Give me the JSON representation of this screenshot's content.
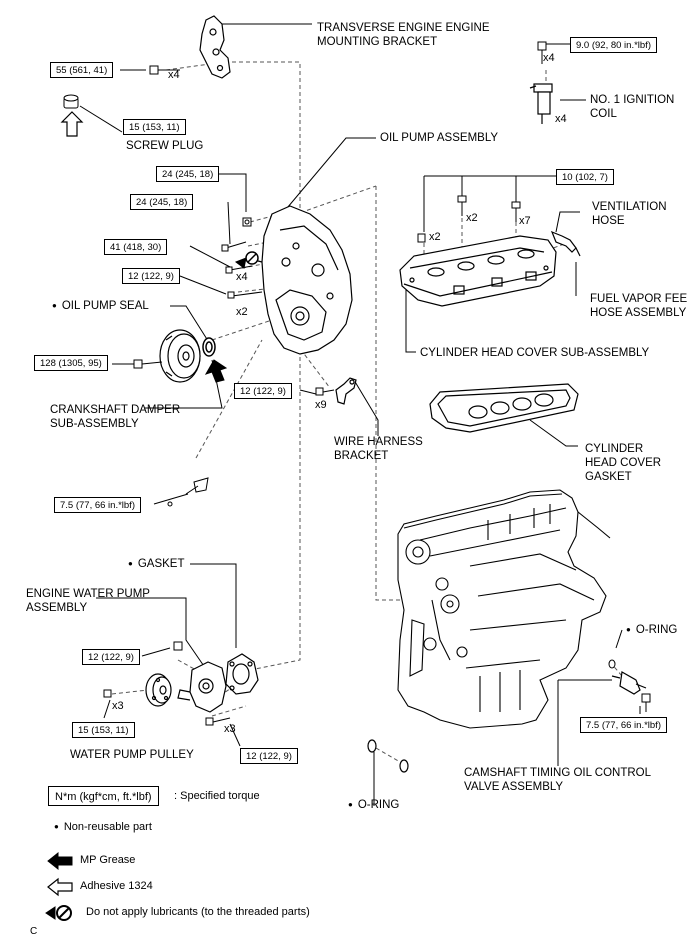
{
  "labels": {
    "mounting_bracket": "TRANSVERSE ENGINE ENGINE\nMOUNTING BRACKET",
    "ignition_coil": "NO. 1 IGNITION\nCOIL",
    "screw_plug": "SCREW PLUG",
    "oil_pump_assembly": "OIL PUMP ASSEMBLY",
    "ventilation_hose": "VENTILATION\nHOSE",
    "fuel_vapor_hose": "FUEL VAPOR FEED\nHOSE ASSEMBLY",
    "oil_pump_seal": "OIL PUMP SEAL",
    "cylinder_head_cover": "CYLINDER HEAD COVER SUB-ASSEMBLY",
    "crankshaft_damper": "CRANKSHAFT DAMPER\nSUB-ASSEMBLY",
    "wire_harness_bracket": "WIRE HARNESS\nBRACKET",
    "head_cover_gasket": "CYLINDER\nHEAD COVER\nGASKET",
    "gasket": "GASKET",
    "water_pump": "ENGINE WATER PUMP\nASSEMBLY",
    "o_ring_right": "O-RING",
    "water_pump_pulley": "WATER PUMP PULLEY",
    "camshaft_valve": "CAMSHAFT TIMING OIL CONTROL\nVALVE ASSEMBLY",
    "o_ring_bottom": "O-RING"
  },
  "torques": {
    "t55": "55 (561, 41)",
    "t9": "9.0 (92, 80 in.*lbf)",
    "t15_plug": "15 (153, 11)",
    "t10": "10 (102, 7)",
    "t24_a": "24 (245, 18)",
    "t24_b": "24 (245, 18)",
    "t41": "41 (418, 30)",
    "t12_a": "12 (122, 9)",
    "t128": "128 (1305, 95)",
    "t12_b": "12 (122, 9)",
    "t7_5_a": "7.5 (77, 66 in.*lbf)",
    "t12_c": "12 (122, 9)",
    "t7_5_b": "7.5 (77, 66 in.*lbf)",
    "t15_b": "15 (153, 11)",
    "t12_d": "12 (122, 9)"
  },
  "quantities": {
    "q_bracket": "x4",
    "q_ign_top": "x4",
    "q_ign_bottom": "x4",
    "q_cover_a": "x2",
    "q_cover_b": "x7",
    "q_cover_c": "x2",
    "q_41": "x4",
    "q_12a": "x2",
    "q_wire": "x9",
    "q_pulley": "x3",
    "q_pump": "x3"
  },
  "legend": {
    "torque_box": "N*m (kgf*cm, ft.*lbf)",
    "torque_text": ": Specified torque",
    "non_reusable": "Non-reusable part",
    "mp_grease": "MP Grease",
    "adhesive": "Adhesive 1324",
    "no_lubricant": "Do not apply lubricants (to the threaded parts)",
    "corner_mark": "C"
  }
}
